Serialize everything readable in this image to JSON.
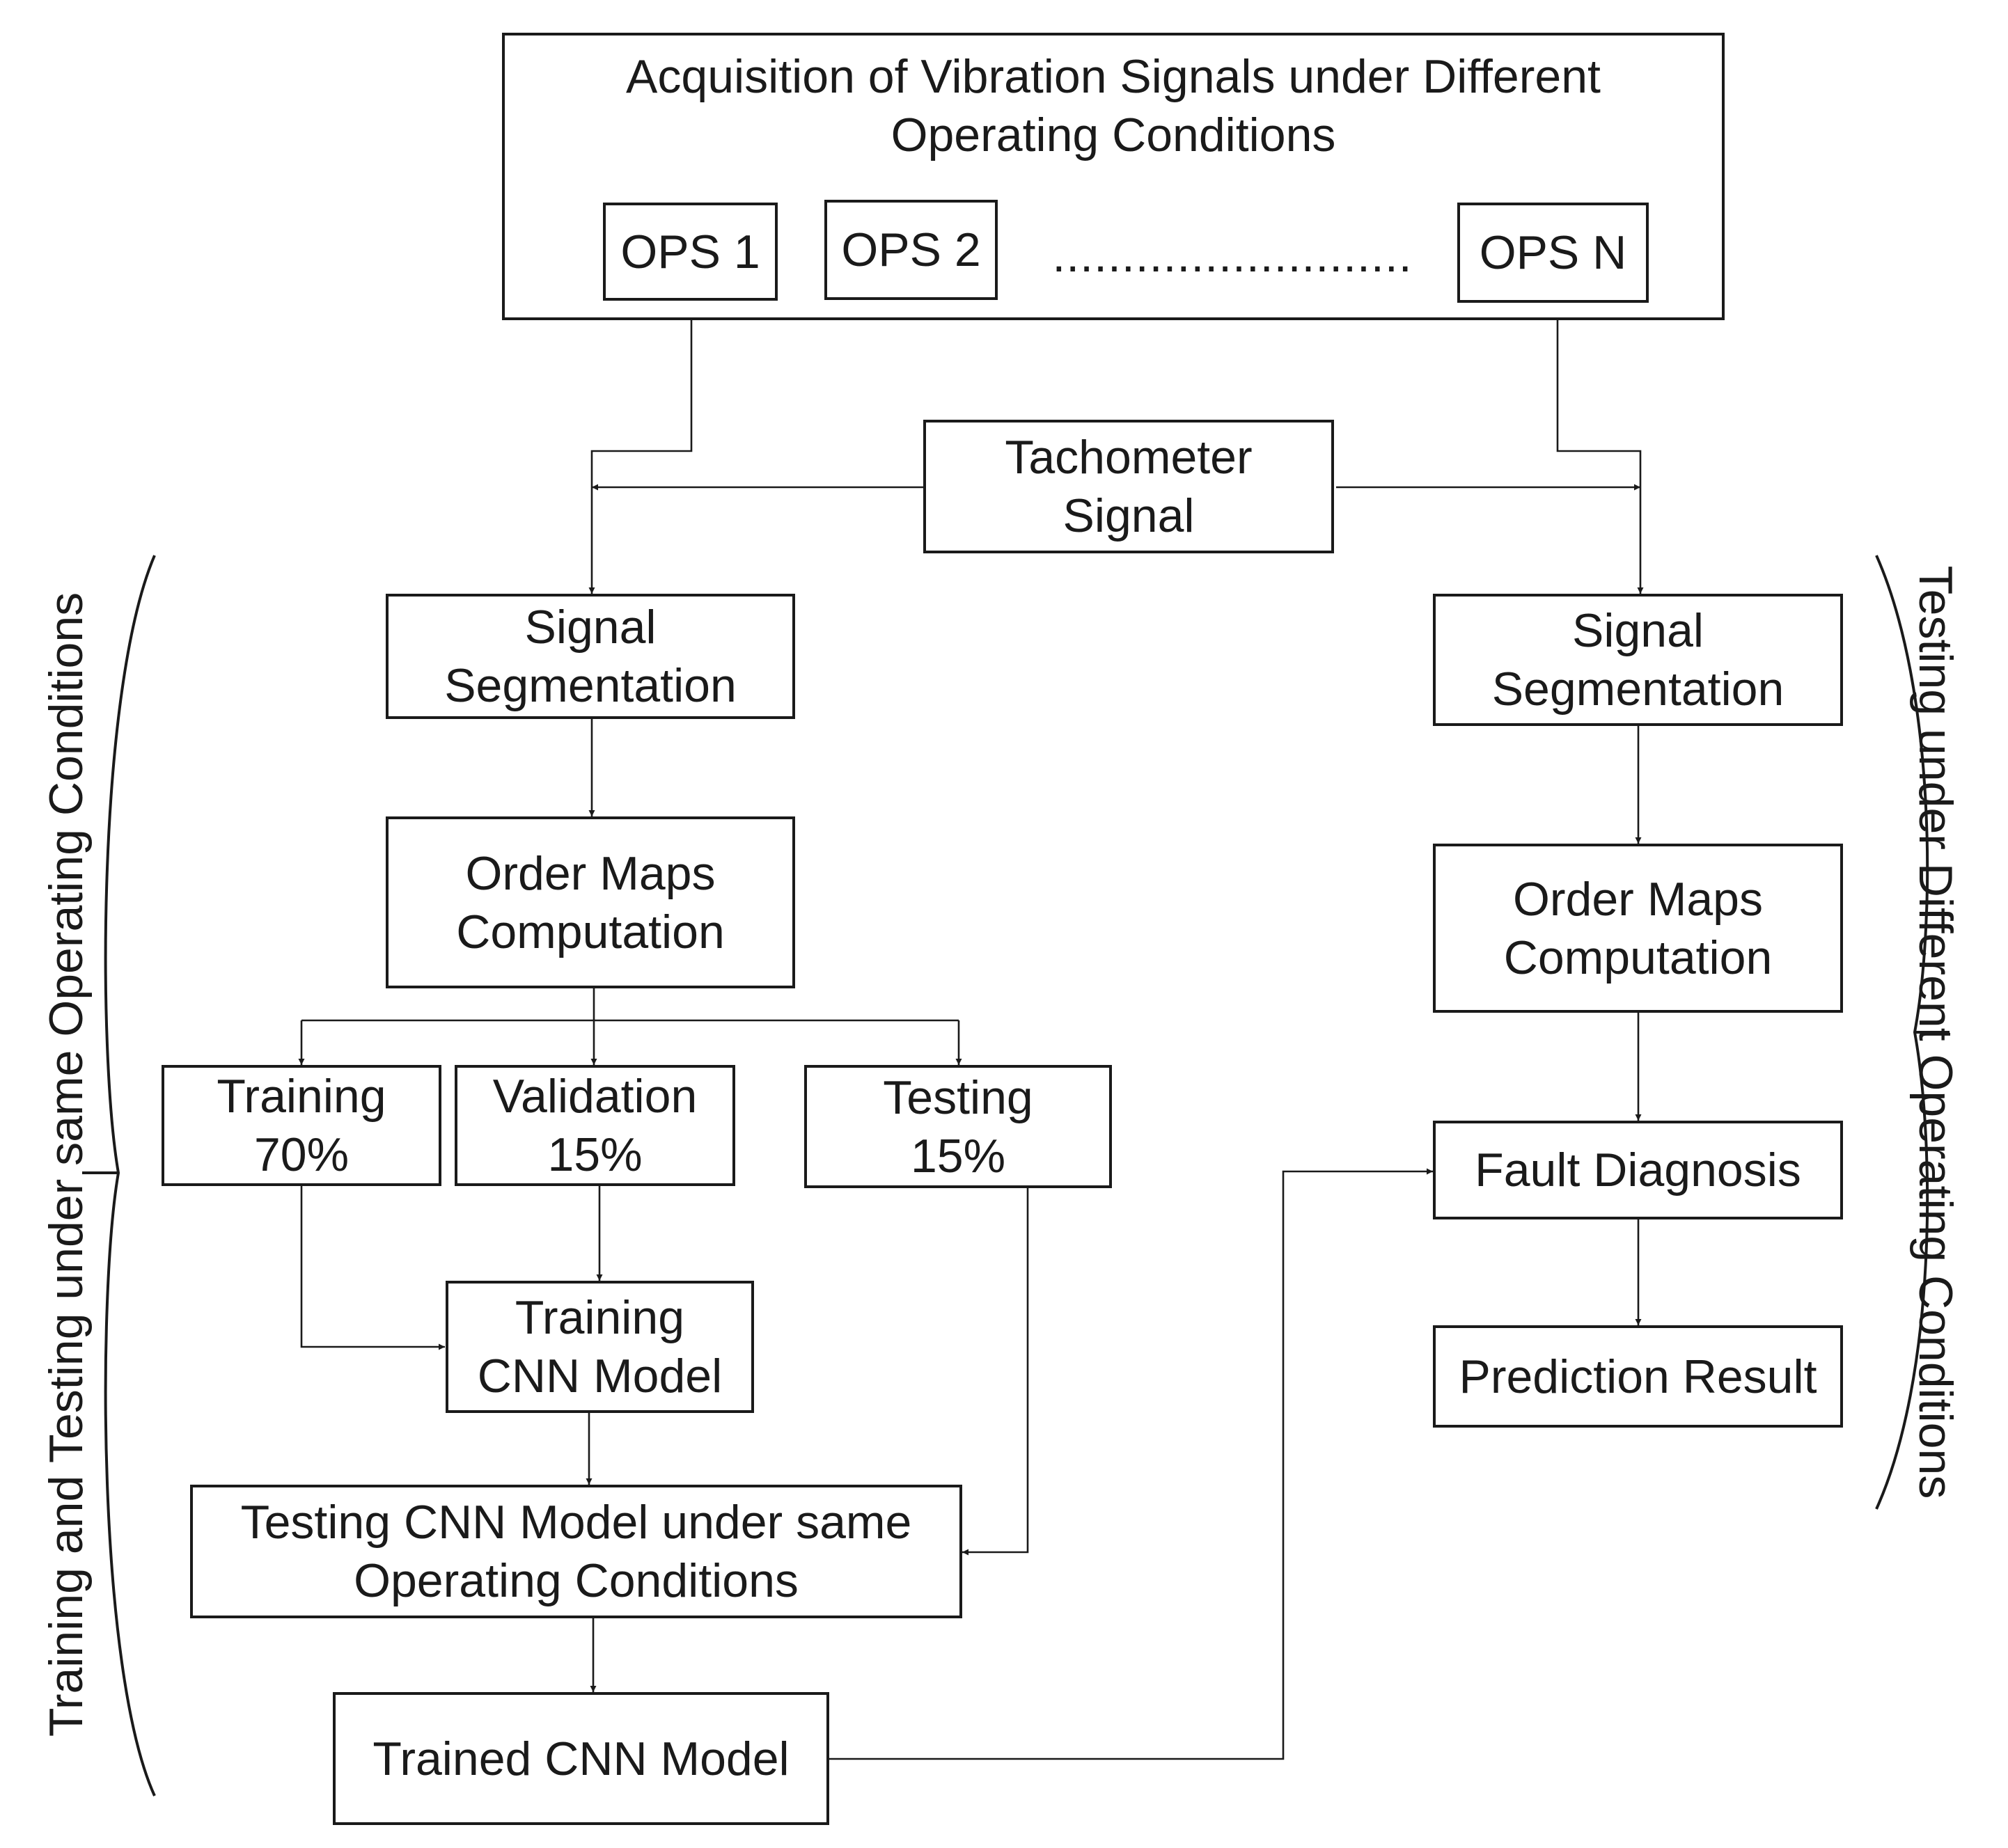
{
  "diagram": {
    "acquisition": {
      "title": "Acquisition of Vibration Signals under Different\nOperating Conditions"
    },
    "ops": {
      "ops1": "OPS 1",
      "ops2": "OPS 2",
      "ellipsis": "..........................",
      "opsN": "OPS N"
    },
    "tachometer": "Tachometer\nSignal",
    "left": {
      "segmentation": "Signal\nSegmentation",
      "order_maps": "Order Maps\nComputation",
      "training_split": "Training\n70%",
      "validation_split": "Validation\n15%",
      "testing_split": "Testing\n15%",
      "training_cnn": "Training\nCNN Model",
      "testing_cnn": "Testing CNN Model under same\nOperating Conditions",
      "trained_cnn": "Trained  CNN Model",
      "side_label": "Training and Testing under same Operating Conditions"
    },
    "right": {
      "segmentation": "Signal\nSegmentation",
      "order_maps": "Order Maps\nComputation",
      "fault_diagnosis": "Fault Diagnosis",
      "prediction": "Prediction Result",
      "side_label": "Testing under Different Operating Conditions"
    }
  }
}
